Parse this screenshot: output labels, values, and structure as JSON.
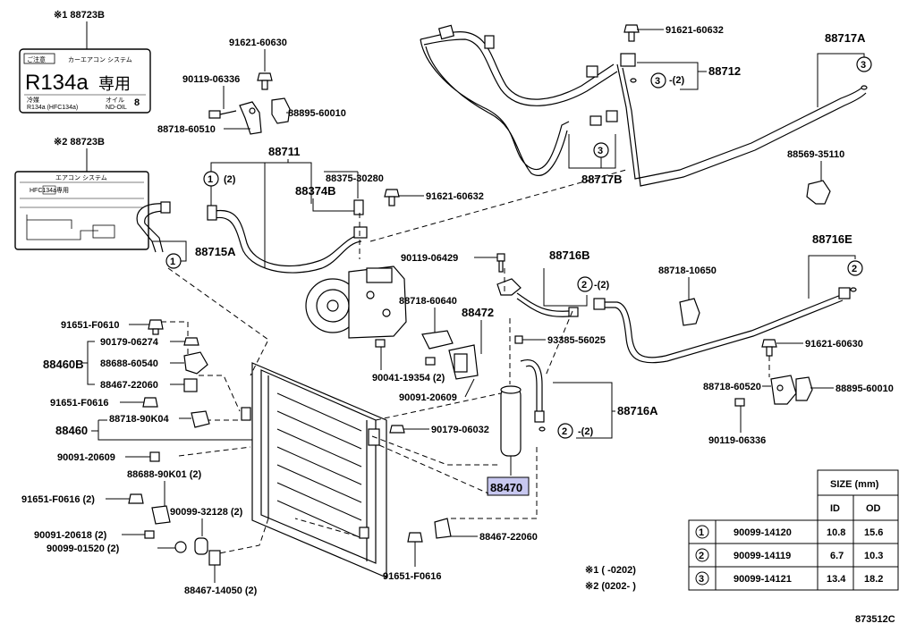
{
  "diagram_code": "873512C",
  "sticker1": {
    "ref": "※1 88723B",
    "header_left": "ご注意",
    "header_right": "カーエアコン システム",
    "refrigerant": "R134a",
    "use_only": "専用",
    "small_left1": "冷媒",
    "small_left2": "R134a (HFC134a)",
    "small_right1": "オイル",
    "small_right2": "ND-OIL",
    "small_right3": "8"
  },
  "sticker2": {
    "ref": "※2 88723B",
    "header": "エアコン システム",
    "line": "HFC134a専用"
  },
  "labels": {
    "p_91621_60630_a": "91621-60630",
    "p_90119_06336_a": "90119-06336",
    "p_88895_60010_a": "88895-60010",
    "p_88718_60510": "88718-60510",
    "p_88711": "88711",
    "p_88375_30280": "88375-30280",
    "p_88374B": "88374B",
    "p_91621_60632_a": "91621-60632",
    "p_88715A": "88715A",
    "p_91621_60632_b": "91621-60632",
    "p_88712": "88712",
    "p_88717A": "88717A",
    "p_88717B": "88717B",
    "p_88569_35110": "88569-35110",
    "p_90119_06429": "90119-06429",
    "p_88716B": "88716B",
    "p_88718_10650": "88718-10650",
    "p_88716E": "88716E",
    "p_88718_60640": "88718-60640",
    "p_88472": "88472",
    "p_93385_56025": "93385-56025",
    "p_91621_60630_b": "91621-60630",
    "p_90041_19354": "90041-19354 (2)",
    "p_90091_20609_a": "90091-20609",
    "p_88716A": "88716A",
    "p_88718_60520": "88718-60520",
    "p_88895_60010_b": "88895-60010",
    "p_90179_06032": "90179-06032",
    "p_90119_06336_b": "90119-06336",
    "p_88470": "88470",
    "p_91651_F0610": "91651-F0610",
    "p_90179_06274": "90179-06274",
    "p_88460B": "88460B",
    "p_88688_60540": "88688-60540",
    "p_88467_22060_a": "88467-22060",
    "p_91651_F0616_a": "91651-F0616",
    "p_88718_90K04": "88718-90K04",
    "p_88460": "88460",
    "p_90091_20609_b": "90091-20609",
    "p_88688_90K01": "88688-90K01 (2)",
    "p_91651_F0616_2": "91651-F0616 (2)",
    "p_90099_32128": "90099-32128 (2)",
    "p_90091_20618": "90091-20618 (2)",
    "p_90099_01520": "90099-01520 (2)",
    "p_88467_14050": "88467-14050 (2)",
    "p_88467_22060_b": "88467-22060",
    "p_91651_F0616_b": "91651-F0616",
    "qty2": "(2)",
    "note1": "※1 (     -0202)",
    "note2": "※2 (0202-     )"
  },
  "size_table": {
    "header": "SIZE (mm)",
    "col_id": "ID",
    "col_od": "OD",
    "rows": [
      {
        "num": "1",
        "part": "90099-14120",
        "id": "10.8",
        "od": "15.6"
      },
      {
        "num": "2",
        "part": "90099-14119",
        "id": "6.7",
        "od": "10.3"
      },
      {
        "num": "3",
        "part": "90099-14121",
        "id": "13.4",
        "od": "18.2"
      }
    ]
  }
}
